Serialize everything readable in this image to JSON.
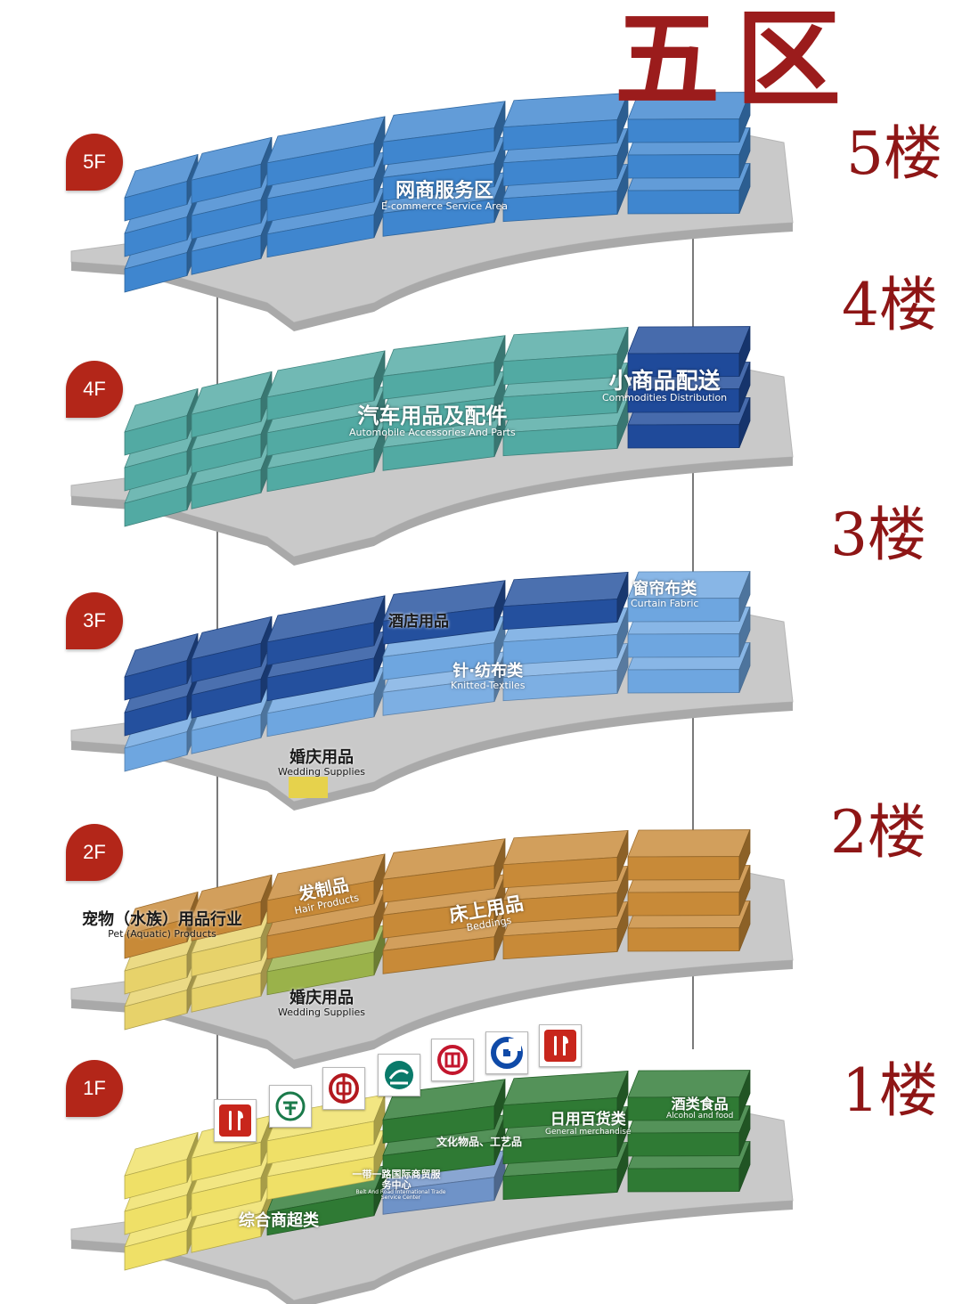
{
  "title": "五区",
  "lou_labels": [
    "5楼",
    "4楼",
    "3楼",
    "2楼",
    "1楼"
  ],
  "floor_badges": [
    "5F",
    "4F",
    "3F",
    "2F",
    "1F"
  ],
  "colors": {
    "accent_red": "#9b1c1c",
    "badge_red": "#b32619",
    "f5_blue": "#3f86cf",
    "f4_teal": "#52aaa3",
    "f4_navy": "#1f4a9a",
    "f3_navy": "#24509e",
    "f3_light": "#6ea6e0",
    "f2_orange": "#c88a38",
    "f2_green": "#9ab24a",
    "f2_yellow": "#e7d26a",
    "f1_green": "#2f7a34",
    "f1_yellow": "#efe067",
    "f1_steel": "#6f93c8",
    "platform_gray": "#c9c9c9"
  },
  "floors": {
    "f5": {
      "zones": [
        {
          "zh": "网商服务区",
          "en": "E-commerce Service Area"
        }
      ]
    },
    "f4": {
      "zones": [
        {
          "zh": "汽车用品及配件",
          "en": "Automobile Accessories And Parts"
        },
        {
          "zh": "小商品配送",
          "en": "Commodities Distribution"
        }
      ]
    },
    "f3": {
      "zones": [
        {
          "zh": "酒店用品",
          "en": ""
        },
        {
          "zh": "窗帘布类",
          "en": "Curtain Fabric"
        },
        {
          "zh": "针·纺布类",
          "en": "Knitted-Textiles"
        },
        {
          "zh": "婚庆用品",
          "en": "Wedding Supplies"
        }
      ]
    },
    "f2": {
      "zones": [
        {
          "zh": "发制品",
          "en": "Hair Products"
        },
        {
          "zh": "宠物（水族）用品行业",
          "en": "Pet (Aquatic) Products"
        },
        {
          "zh": "床上用品",
          "en": "Beddings"
        },
        {
          "zh": "婚庆用品",
          "en": "Wedding Supplies"
        }
      ]
    },
    "f1": {
      "zones": [
        {
          "zh": "酒类食品",
          "en": "Alcohol and food"
        },
        {
          "zh": "日用百货类",
          "en": "General merchandise"
        },
        {
          "zh": "文化物品、工艺品",
          "en": ""
        },
        {
          "zh": "一带一路国际商贸服务中心",
          "en": "Belt And Road International Trade Service Center"
        },
        {
          "zh": "综合商超类",
          "en": ""
        }
      ],
      "icons": [
        "restaurant-icon",
        "postal-savings-bank-icon",
        "bank-of-china-icon",
        "agricultural-bank-icon",
        "icbc-bank-icon",
        "china-construction-bank-icon",
        "restaurant-icon"
      ]
    }
  }
}
